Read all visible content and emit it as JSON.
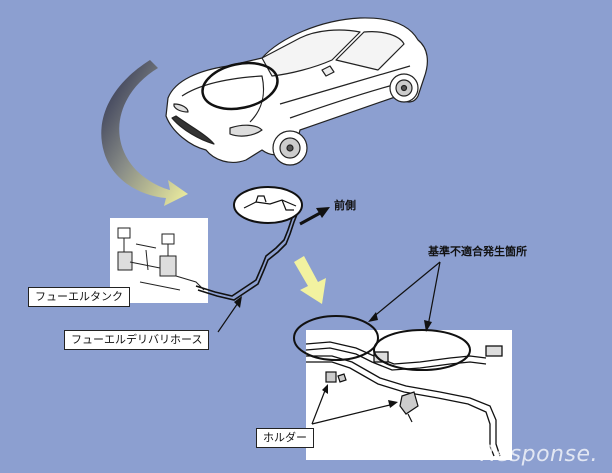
{
  "labels": {
    "fuel_tank": "フューエルタンク",
    "fuel_delivery_hose": "フューエルデリバリホース",
    "front": "前側",
    "nonconformity_location": "基準不適合発生箇所",
    "holder": "ホルダー"
  },
  "watermark": "Response.",
  "colors": {
    "background": "#8c9fd0",
    "arrow_yellow": "#f2f2a0",
    "panel_white": "#ffffff",
    "line_dark": "#111111"
  }
}
